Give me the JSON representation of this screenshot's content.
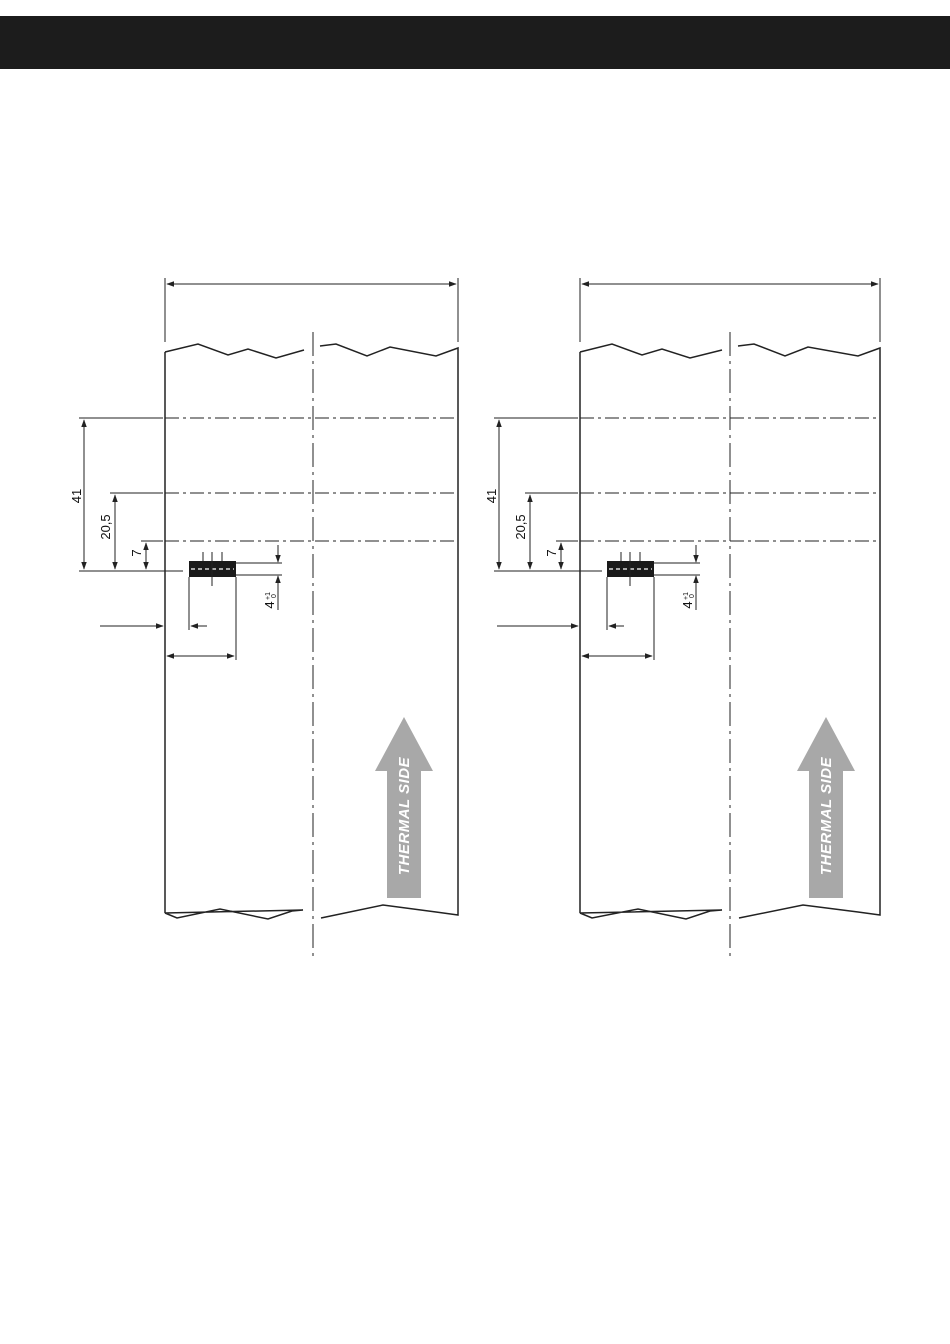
{
  "figure": {
    "panels": [
      {
        "id": "left",
        "dims": {
          "d41": "41",
          "d20_5": "20,5",
          "d7": "7",
          "d4": "4",
          "d4_sup": "+1",
          "d4_sub": "0"
        },
        "arrow_label": "THERMAL SIDE"
      },
      {
        "id": "right",
        "dims": {
          "d41": "41",
          "d20_5": "20,5",
          "d7": "7",
          "d4": "4",
          "d4_sup": "+1",
          "d4_sub": "0"
        },
        "arrow_label": "THERMAL SIDE"
      }
    ],
    "colors": {
      "header": "#1c1c1c",
      "line": "#222222",
      "arrow_fill": "#a8a8a8",
      "arrow_text": "#ffffff"
    }
  }
}
